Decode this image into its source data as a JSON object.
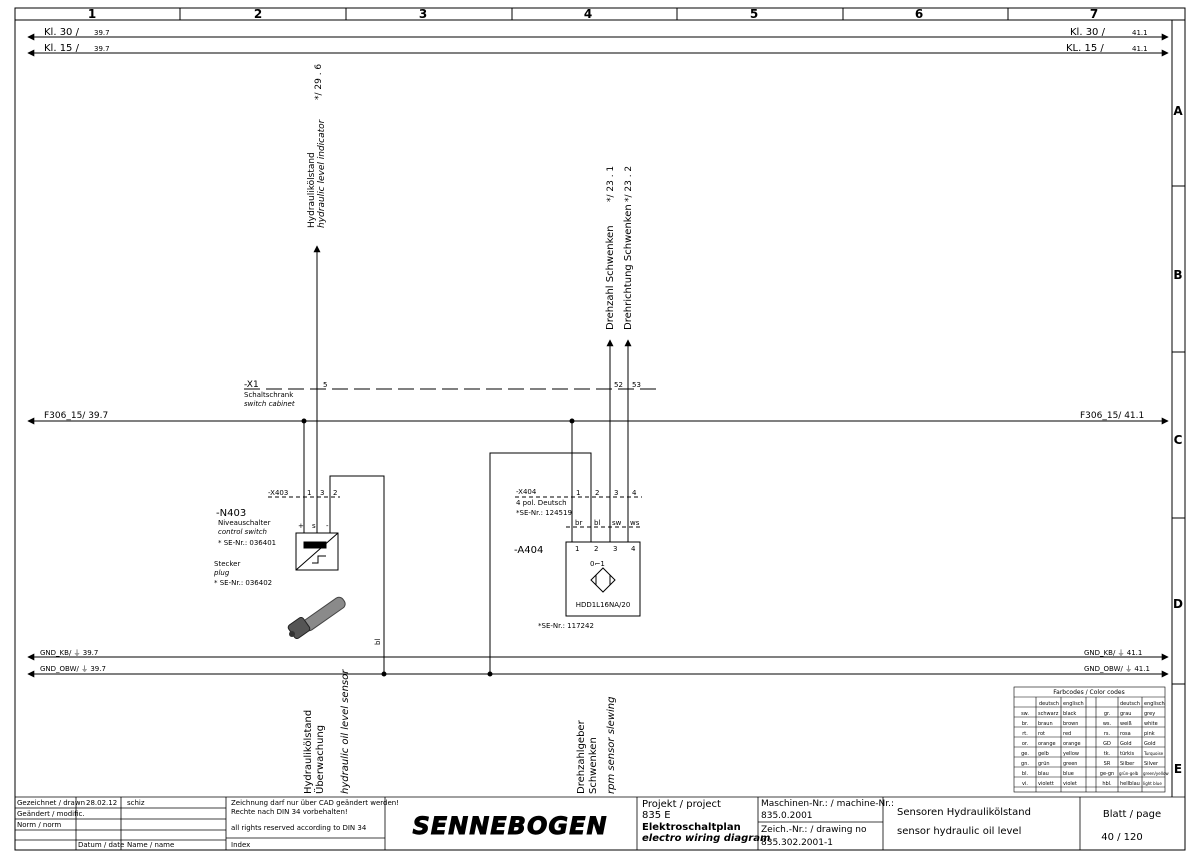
{
  "grid": {
    "columns": [
      "1",
      "2",
      "3",
      "4",
      "5",
      "6",
      "7"
    ],
    "rows": [
      "A",
      "B",
      "C",
      "D",
      "E"
    ]
  },
  "rails": {
    "kl30_left": "Kl. 30 /",
    "kl30_left_ref": "39.7",
    "kl30_right": "Kl. 30 /",
    "kl30_right_ref": "41.1",
    "kl15_left": "Kl. 15 /",
    "kl15_left_ref": "39.7",
    "kl15_right": "KL. 15 /",
    "kl15_right_ref": "41.1",
    "f306_left": "F306_15/ 39.7",
    "f306_right": "F306_15/ 41.1",
    "gndkb_left": "GND_KB/ ⏚ 39.7",
    "gndkb_right": "GND_KB/ ⏚ 41.1",
    "gndobw_left": "GND_OBW/ ⏚ 39.7",
    "gndobw_right": "GND_OBW/ ⏚ 41.1"
  },
  "signals": {
    "hyd_de": "Hydraulikölstand",
    "hyd_en": "hydraulic level indicator",
    "hyd_ref": "*/ 29 . 6",
    "rpm_de": "Drehzahl Schwenken",
    "rpm_ref": "*/ 23 . 1",
    "dir_de": "Drehrichtung Schwenken",
    "dir_ref": "*/ 23 . 2"
  },
  "x1": {
    "tag": "-X1",
    "de": "Schaltschrank",
    "en": "switch cabinet",
    "pin5": "5",
    "pin52": "52",
    "pin53": "53"
  },
  "n403": {
    "tag": "-N403",
    "de": "Niveauschalter",
    "en": "control switch",
    "se": "* SE-Nr.: 036401",
    "plug_de": "Stecker",
    "plug_en": "plug",
    "plug_se": "* SE-Nr.: 036402",
    "x403": "-X403",
    "p1": "1",
    "p3": "3",
    "p2": "2",
    "plus": "+",
    "s": "s",
    "minus": "-",
    "wire": "bl"
  },
  "a404": {
    "x404": "-X404",
    "x404_desc": "4 pol. Deutsch",
    "x404_se": "*SE-Nr.: 124519",
    "tag": "-A404",
    "model": "HDD1L16NA/20",
    "se": "*SE-Nr.: 117242",
    "pins": [
      "1",
      "2",
      "3",
      "4"
    ],
    "wires": [
      "br",
      "bl",
      "sw",
      "ws"
    ],
    "sym": "0⌐1"
  },
  "bottom_labels": {
    "hyd_l1": "Hydraulikölstand",
    "hyd_l2": "Überwachung",
    "hyd_l3": "hydraulic oil level sensor",
    "rpm_l1": "Drehzahlgeber",
    "rpm_l2": "Schwenken",
    "rpm_l3": "rpm sensor slewing"
  },
  "color_codes": {
    "title": "Farbcodes / Color codes",
    "head_de": "deutsch",
    "head_en": "englisch",
    "left": [
      [
        "sw.",
        "schwarz",
        "black"
      ],
      [
        "br.",
        "braun",
        "brown"
      ],
      [
        "rt.",
        "rot",
        "red"
      ],
      [
        "or.",
        "orange",
        "orange"
      ],
      [
        "ge.",
        "gelb",
        "yellow"
      ],
      [
        "gn.",
        "grün",
        "green"
      ],
      [
        "bl.",
        "blau",
        "blue"
      ],
      [
        "vi.",
        "violett",
        "violet"
      ]
    ],
    "right": [
      [
        "gr.",
        "grau",
        "grey"
      ],
      [
        "ws.",
        "weiß",
        "white"
      ],
      [
        "rs.",
        "rosa",
        "pink"
      ],
      [
        "GD",
        "Gold",
        "Gold"
      ],
      [
        "tk.",
        "türkis",
        "Turquoise"
      ],
      [
        "SR",
        "Silber",
        "Silver"
      ],
      [
        "ge-gn",
        "grün-gelb",
        "green/yellow"
      ],
      [
        "hbl.",
        "hellblau",
        "light blue"
      ]
    ]
  },
  "title_block": {
    "drawn_label": "Gezeichnet / drawn",
    "drawn_date": "28.02.12",
    "drawn_name": "schiz",
    "modif_label": "Geändert / modific.",
    "norm_label": "Norm / norm",
    "date_label": "Datum / date",
    "name_label": "Name / name",
    "note1": "Zeichnung darf nur über CAD geändert werden!",
    "note2": "Rechte nach DIN 34 vorbehalten!",
    "note3": "all rights reserved according to DIN 34",
    "index_label": "Index",
    "logo": "SENNEBOGEN",
    "project_label": "Projekt / project",
    "project_value": "835 E",
    "plan_de": "Elektroschaltplan",
    "plan_en": "electro wiring diagram",
    "machine_label": "Maschinen-Nr.: / machine-Nr.:",
    "machine_value": "835.0.2001",
    "drawing_label": "Zeich.-Nr.: / drawing no",
    "drawing_value": "835.302.2001-1",
    "desc_de": "Sensoren Hydraulikölstand",
    "desc_en": "sensor hydraulic oil level",
    "page_label": "Blatt / page",
    "page_value": "40 / 120"
  }
}
